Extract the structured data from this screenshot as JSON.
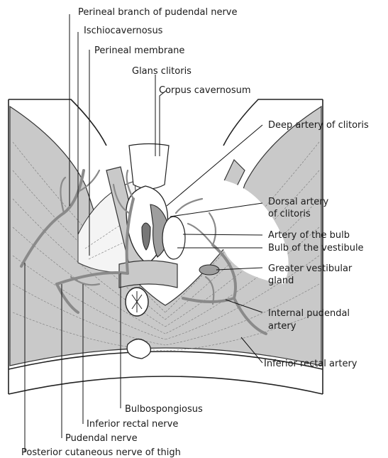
{
  "labels": {
    "perineal_branch": "Perineal branch of pudendal nerve",
    "ischiocavernosus": "Ischiocavernosus",
    "perineal_membrane": "Perineal membrane",
    "glans_clitoris": "Glans clitoris",
    "corpus_cavernosum": "Corpus cavernosum",
    "deep_artery": "Deep artery of clitoris",
    "dorsal_artery_1": "Dorsal artery",
    "dorsal_artery_2": "of clitoris",
    "artery_bulb": "Artery of the bulb",
    "bulb_vestibule": "Bulb of the vestibule",
    "greater_vestibular_1": "Greater vestibular",
    "greater_vestibular_2": "gland",
    "internal_pudendal_1": "Internal pudendal",
    "internal_pudendal_2": "artery",
    "inferior_rectal_artery": "Inferior rectal artery",
    "bulbospongiosus": "Bulbospongiosus",
    "inferior_rectal_nerve": "Inferior rectal nerve",
    "pudendal_nerve": "Pudendal nerve",
    "posterior_cutaneous": "Posterior cutaneous nerve of thigh"
  },
  "colors": {
    "muscle": "#c9c9c9",
    "vessel": "#8a8a8a",
    "outline": "#222222"
  }
}
